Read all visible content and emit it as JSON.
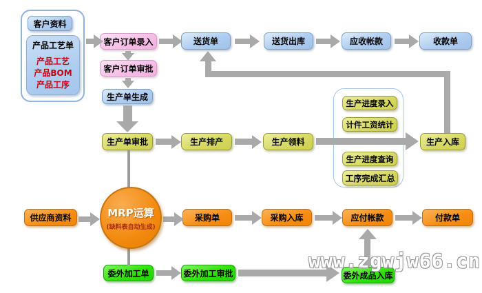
{
  "watermark": "www.zgwjw66.cn",
  "colors": {
    "box_blue": "#aecdf0",
    "box_pink": "#f6bce7",
    "box_yellow": "#d6d861",
    "box_orange": "#f68d13",
    "box_green": "#2ae201",
    "mrp_orange": "#f28a10",
    "arrow_gray": "#a9a9a9",
    "red_text": "#c80011",
    "panel_border_blue": "#8fb2de"
  },
  "nodes": {
    "customer_data": {
      "label": "客户资料"
    },
    "product_sheet": {
      "label": "产品工艺单"
    },
    "product_craft": {
      "label": "产品工艺"
    },
    "product_bom": {
      "label": "产品BOM"
    },
    "product_process": {
      "label": "产品工序"
    },
    "order_entry": {
      "label": "客户订单录入"
    },
    "order_approval": {
      "label": "客户订单审批"
    },
    "prod_order_generate": {
      "label": "生产单生成"
    },
    "delivery_note": {
      "label": "送货单"
    },
    "delivery_out": {
      "label": "送货出库"
    },
    "accounts_receivable": {
      "label": "应收帐款"
    },
    "receipt_note": {
      "label": "收款单"
    },
    "prod_order_approval": {
      "label": "生产单审批"
    },
    "prod_scheduling": {
      "label": "生产排产"
    },
    "prod_material_issue": {
      "label": "生产领料"
    },
    "prod_warehouse_in": {
      "label": "生产入库"
    },
    "progress_entry": {
      "label": "生产进度录入"
    },
    "piecework_wage_stats": {
      "label": "计件工资统计"
    },
    "progress_query": {
      "label": "生产进度查询"
    },
    "process_completion_summary": {
      "label": "工序完成汇总"
    },
    "supplier_data": {
      "label": "供应商资料"
    },
    "mrp": {
      "label": "MRP运算",
      "sub": "(缺料表自动生成)"
    },
    "purchase_order": {
      "label": "采购单"
    },
    "purchase_in": {
      "label": "采购入库"
    },
    "accounts_payable": {
      "label": "应付帐款"
    },
    "payment_note": {
      "label": "付款单"
    },
    "outsource_order": {
      "label": "委外加工单"
    },
    "outsource_approval": {
      "label": "委外加工审批"
    },
    "outsource_finished_in": {
      "label": "委外成品入库"
    }
  }
}
